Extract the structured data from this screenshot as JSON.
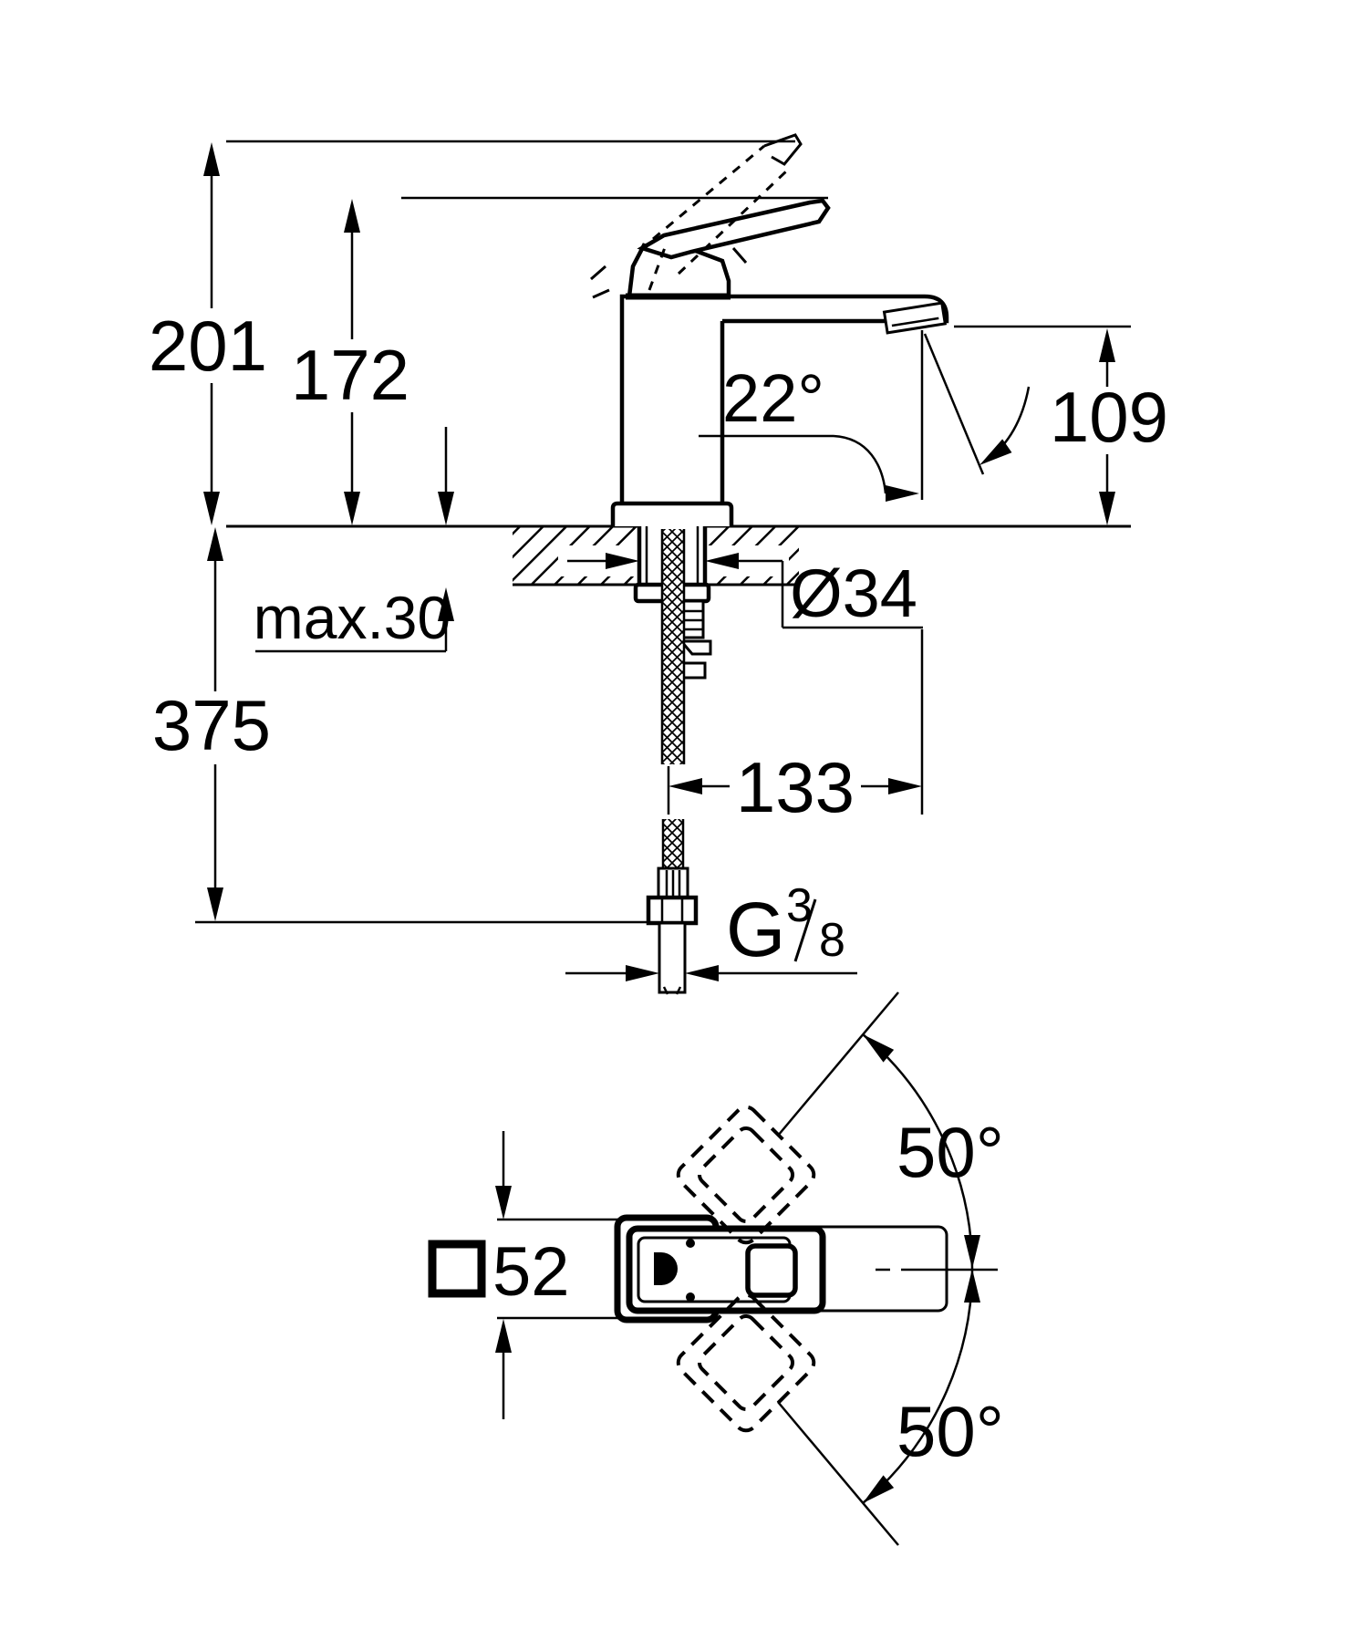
{
  "page": {
    "background": "#ffffff",
    "line_color": "#000000"
  },
  "side_view": {
    "dims": {
      "height_total": "201",
      "height_to_lever": "172",
      "spout_angle": "22°",
      "outlet_height": "109",
      "max_mounting_thickness": "max.30",
      "hole_diameter": "Ø34",
      "hose_drop": "375",
      "spout_reach": "133",
      "thread": {
        "g": "G",
        "numerator": "3",
        "slash": "/",
        "denominator": "8"
      }
    }
  },
  "top_view": {
    "dims": {
      "body_square": "52",
      "handle_swing_upper": "50°",
      "handle_swing_lower": "50°"
    }
  }
}
